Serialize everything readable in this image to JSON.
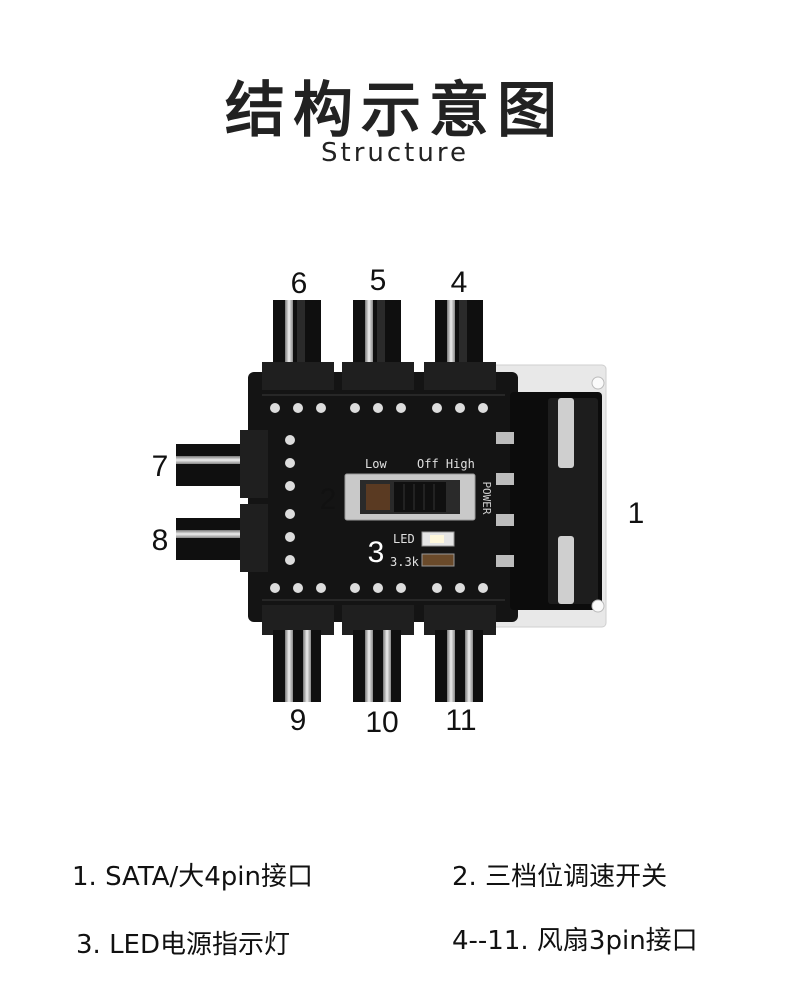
{
  "header": {
    "title_cn": "结构示意图",
    "title_en": "Structure"
  },
  "board": {
    "switch_labels": {
      "low": "Low",
      "off_high": "Off High"
    },
    "power_label": "POWER",
    "led_label": "LED",
    "resistor_label": "3.3k"
  },
  "callouts": {
    "c1": "1",
    "c2": "2",
    "c3": "3",
    "c4": "4",
    "c5": "5",
    "c6": "6",
    "c7": "7",
    "c8": "8",
    "c9": "9",
    "c10": "10",
    "c11": "11"
  },
  "legend": {
    "item1": "1.  SATA/大4pin接口",
    "item2": "2.  三档位调速开关",
    "item3": "3.  LED电源指示灯",
    "item4": "4--11. 风扇3pin接口"
  }
}
